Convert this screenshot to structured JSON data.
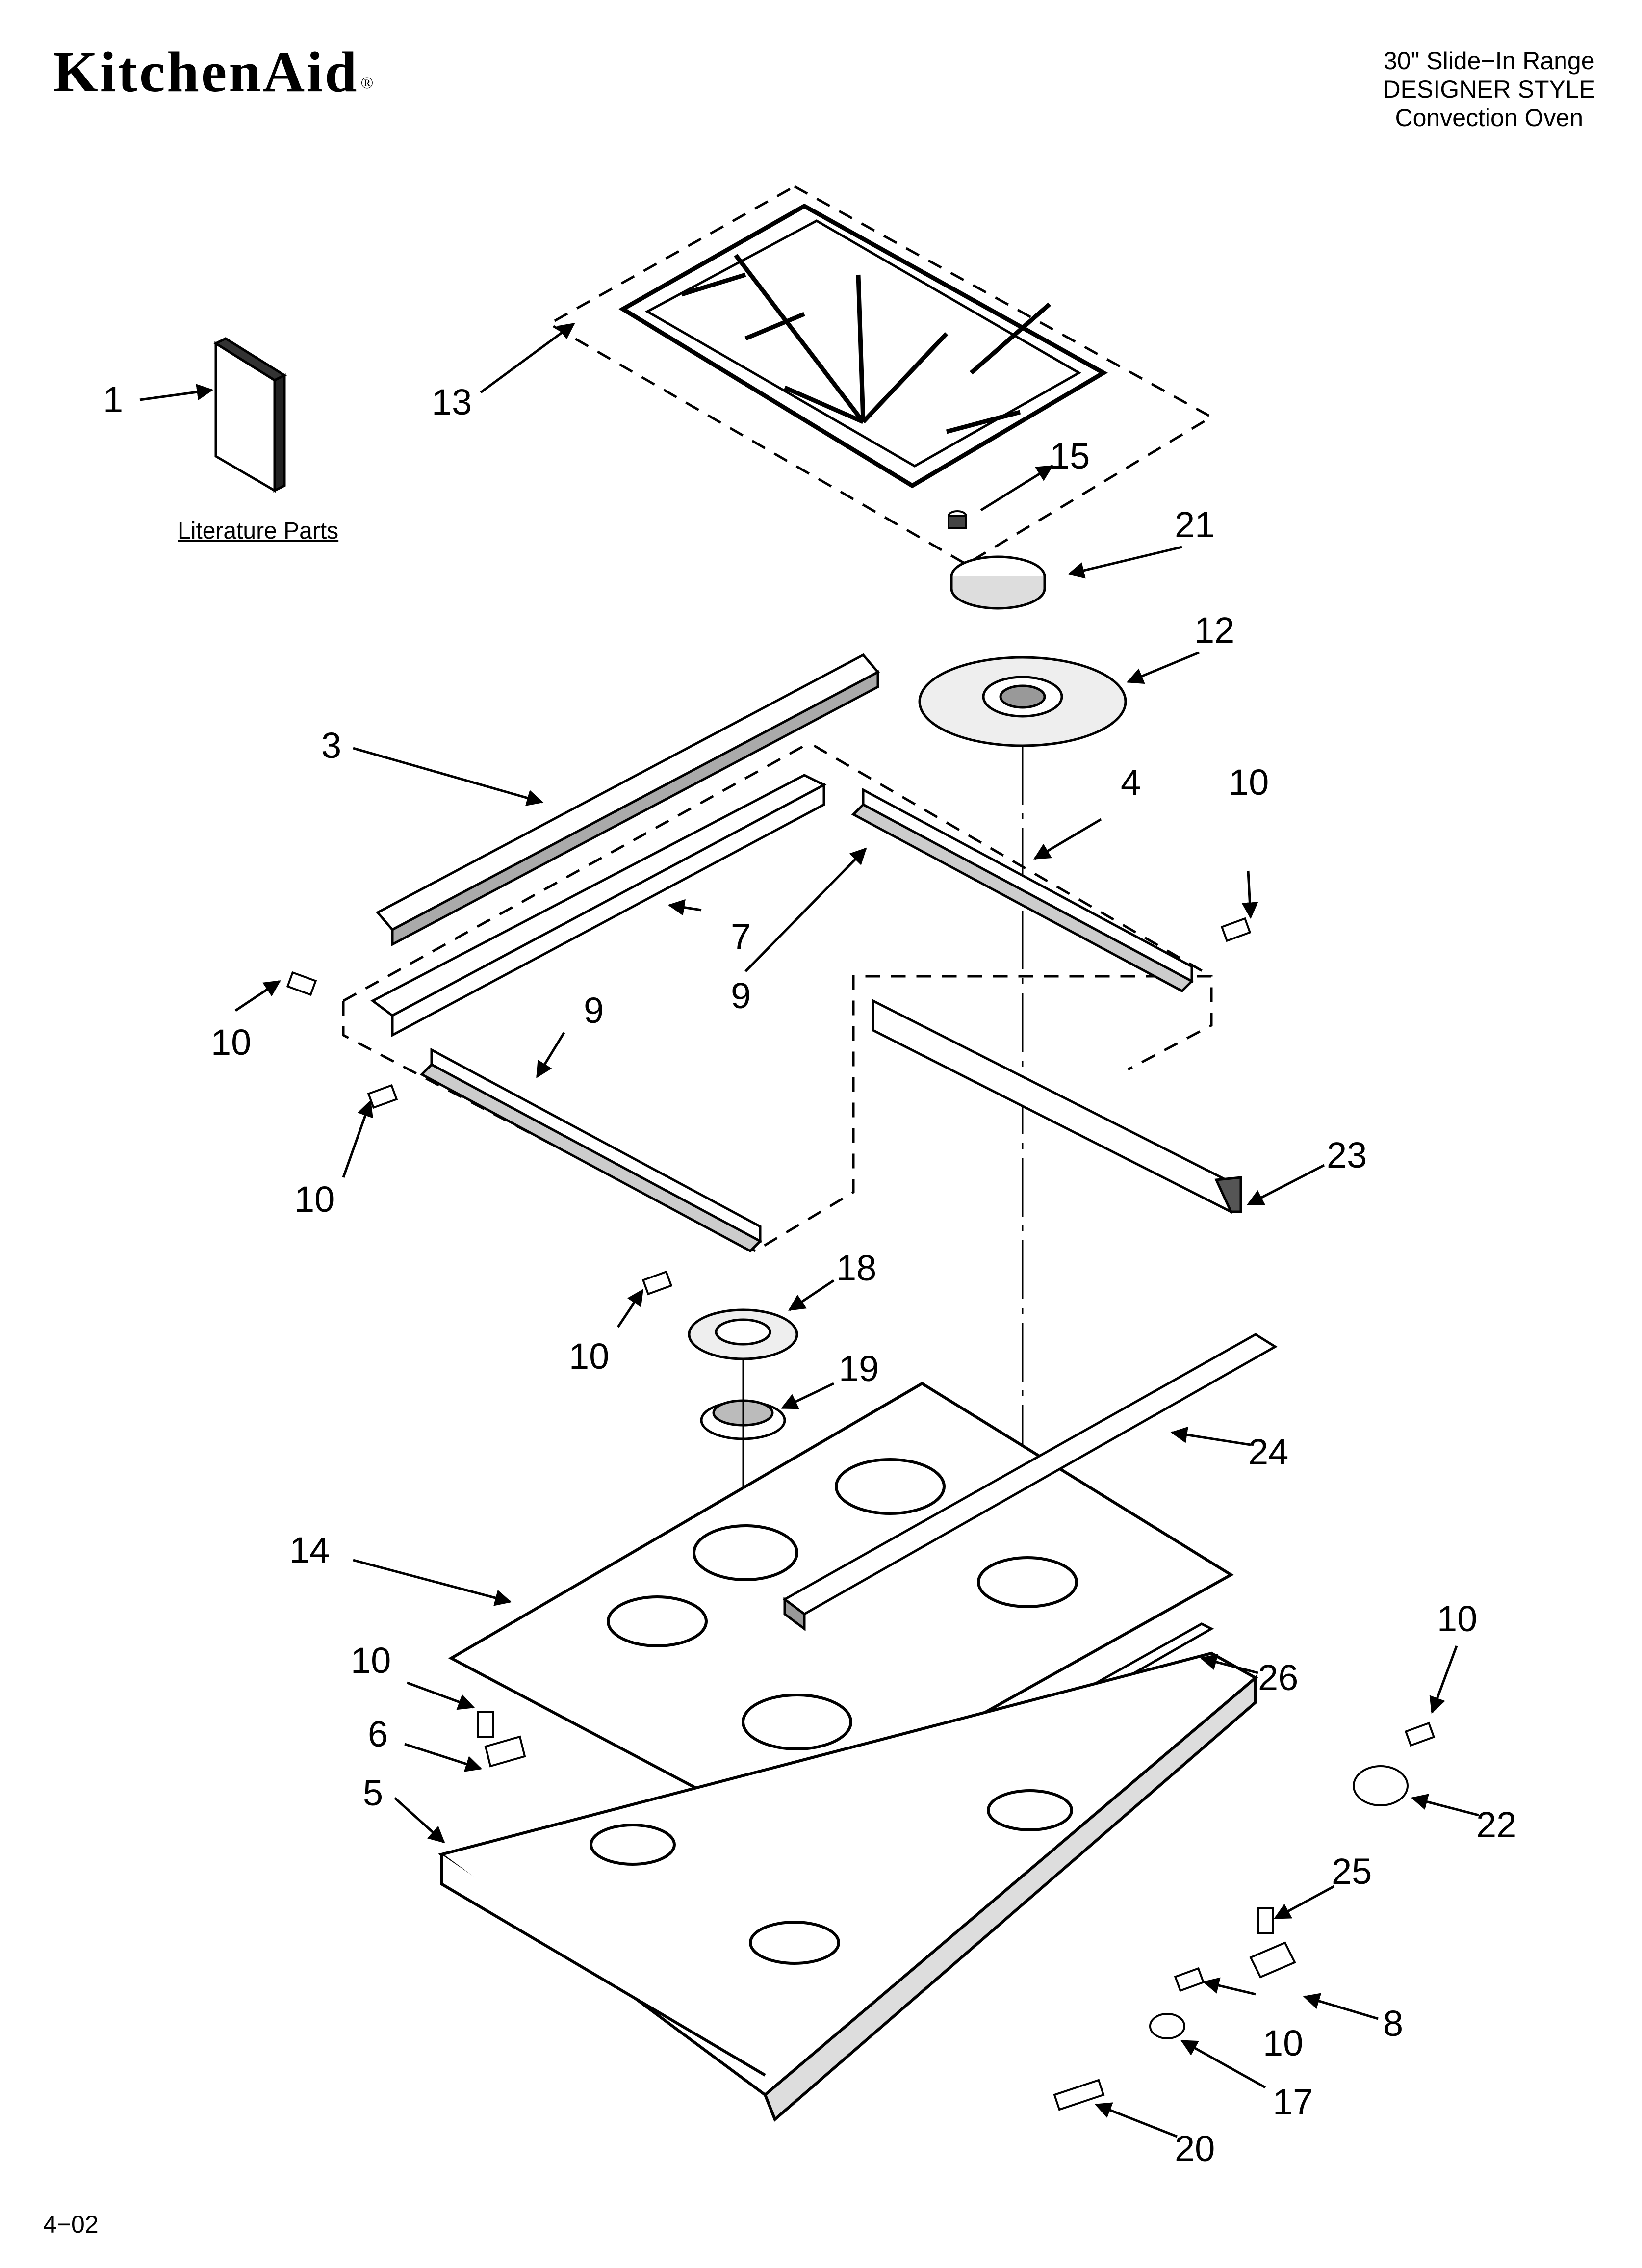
{
  "brand": {
    "name": "KitchenAid",
    "registered_mark": "®"
  },
  "header": {
    "line1": "30\" Slide−In Range",
    "line2": "DESIGNER STYLE",
    "line3": "Convection Oven"
  },
  "literature_caption": "Literature Parts",
  "page_code": "4−02",
  "callouts": {
    "c1": "1",
    "c3": "3",
    "c4": "4",
    "c5": "5",
    "c6": "6",
    "c7": "7",
    "c8": "8",
    "c9a": "9",
    "c9b": "9",
    "c10a": "10",
    "c10b": "10",
    "c10c": "10",
    "c10d": "10",
    "c10e": "10",
    "c10f": "10",
    "c10g": "10",
    "c12": "12",
    "c13": "13",
    "c14": "14",
    "c15": "15",
    "c17": "17",
    "c18": "18",
    "c19": "19",
    "c20": "20",
    "c21": "21",
    "c22": "22",
    "c23": "23",
    "c24": "24",
    "c25": "25",
    "c26": "26"
  }
}
